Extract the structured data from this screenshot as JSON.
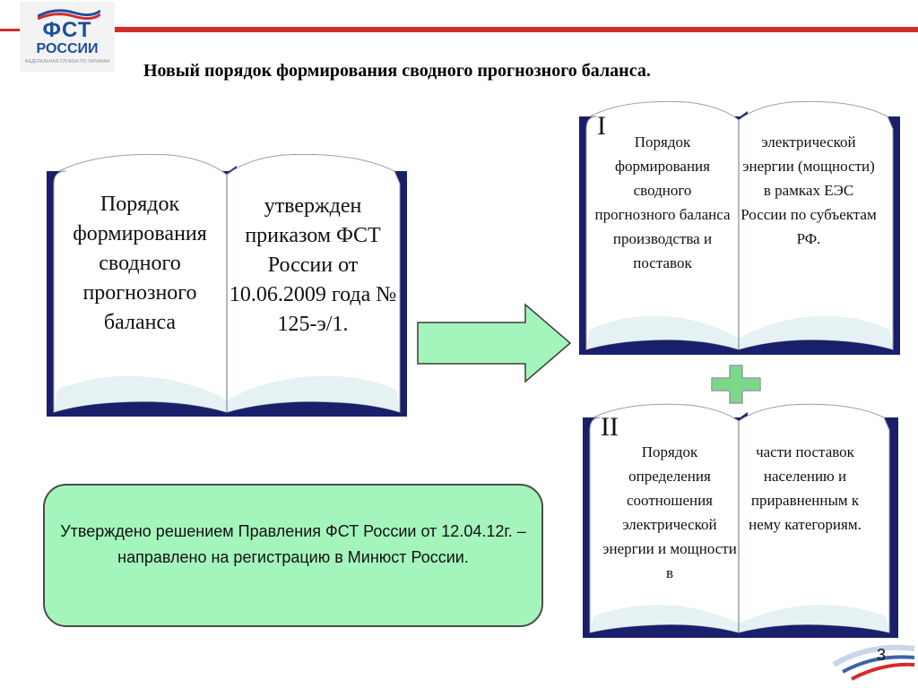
{
  "logo": {
    "line1": "ФСТ",
    "line2": "РОССИИ",
    "subtitle": "ФЕДЕРАЛЬНАЯ СЛУЖБА ПО ТАРИФАМ"
  },
  "title": "Новый порядок формирования сводного прогнозного баланса.",
  "book_main": {
    "left_page": "Порядок формирования сводного прогнозного баланса",
    "right_page": "утвержден приказом ФСТ России от 10.06.2009 года № 125-э/1."
  },
  "book_one": {
    "roman": "I",
    "left_page": "Порядок формирования сводного прогнозного баланса производства и поставок",
    "right_page": "электрической энергии (мощности) в рамках ЕЭС России по субъектам РФ."
  },
  "book_two": {
    "roman": "II",
    "left_page": "Порядок определения соотношения электрической энергии и мощности в",
    "right_page": "части поставок населению и приравненным к нему категориям."
  },
  "note": {
    "text": "Утверждено решением Правления ФСТ России от 12.04.12г. – направлено на регистрацию в Минюст России."
  },
  "page_number": "3",
  "colors": {
    "book_cover": "#1a1f6b",
    "page": "#ffffff",
    "arrow_fill": "#a4f5bc",
    "plus_fill": "#7ed88a",
    "note_fill": "#a4f5bc",
    "accent_red": "#d42b2b",
    "logo_blue": "#1d4f9c"
  }
}
